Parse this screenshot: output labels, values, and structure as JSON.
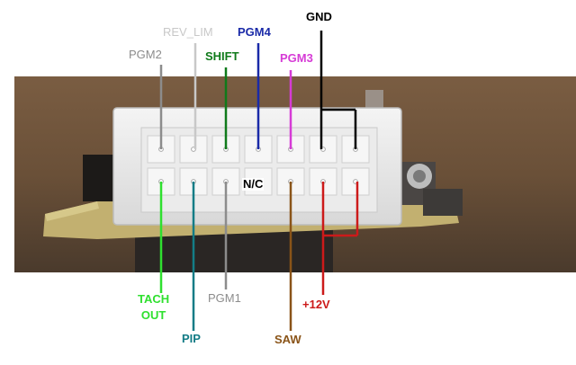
{
  "labels": {
    "gnd": "GND",
    "rev_lim": "REV_LIM",
    "pgm4": "PGM4",
    "pgm2": "PGM2",
    "shift": "SHIFT",
    "pgm3": "PGM3",
    "nc": "N/C",
    "tach_line1": "TACH",
    "tach_line2": "OUT",
    "pgm1": "PGM1",
    "plus12v": "+12V",
    "pip": "PIP",
    "saw": "SAW"
  },
  "colors": {
    "gnd": "#000000",
    "rev_lim": "#c8c8c8",
    "pgm4": "#1a2aa8",
    "pgm2": "#8c8c8c",
    "shift": "#0f7a1a",
    "pgm3": "#d63bd6",
    "tach_out": "#2fe02f",
    "pgm1": "#8c8c8c",
    "plus12v": "#cc1a1a",
    "pip": "#137c86",
    "saw": "#8a5418"
  }
}
